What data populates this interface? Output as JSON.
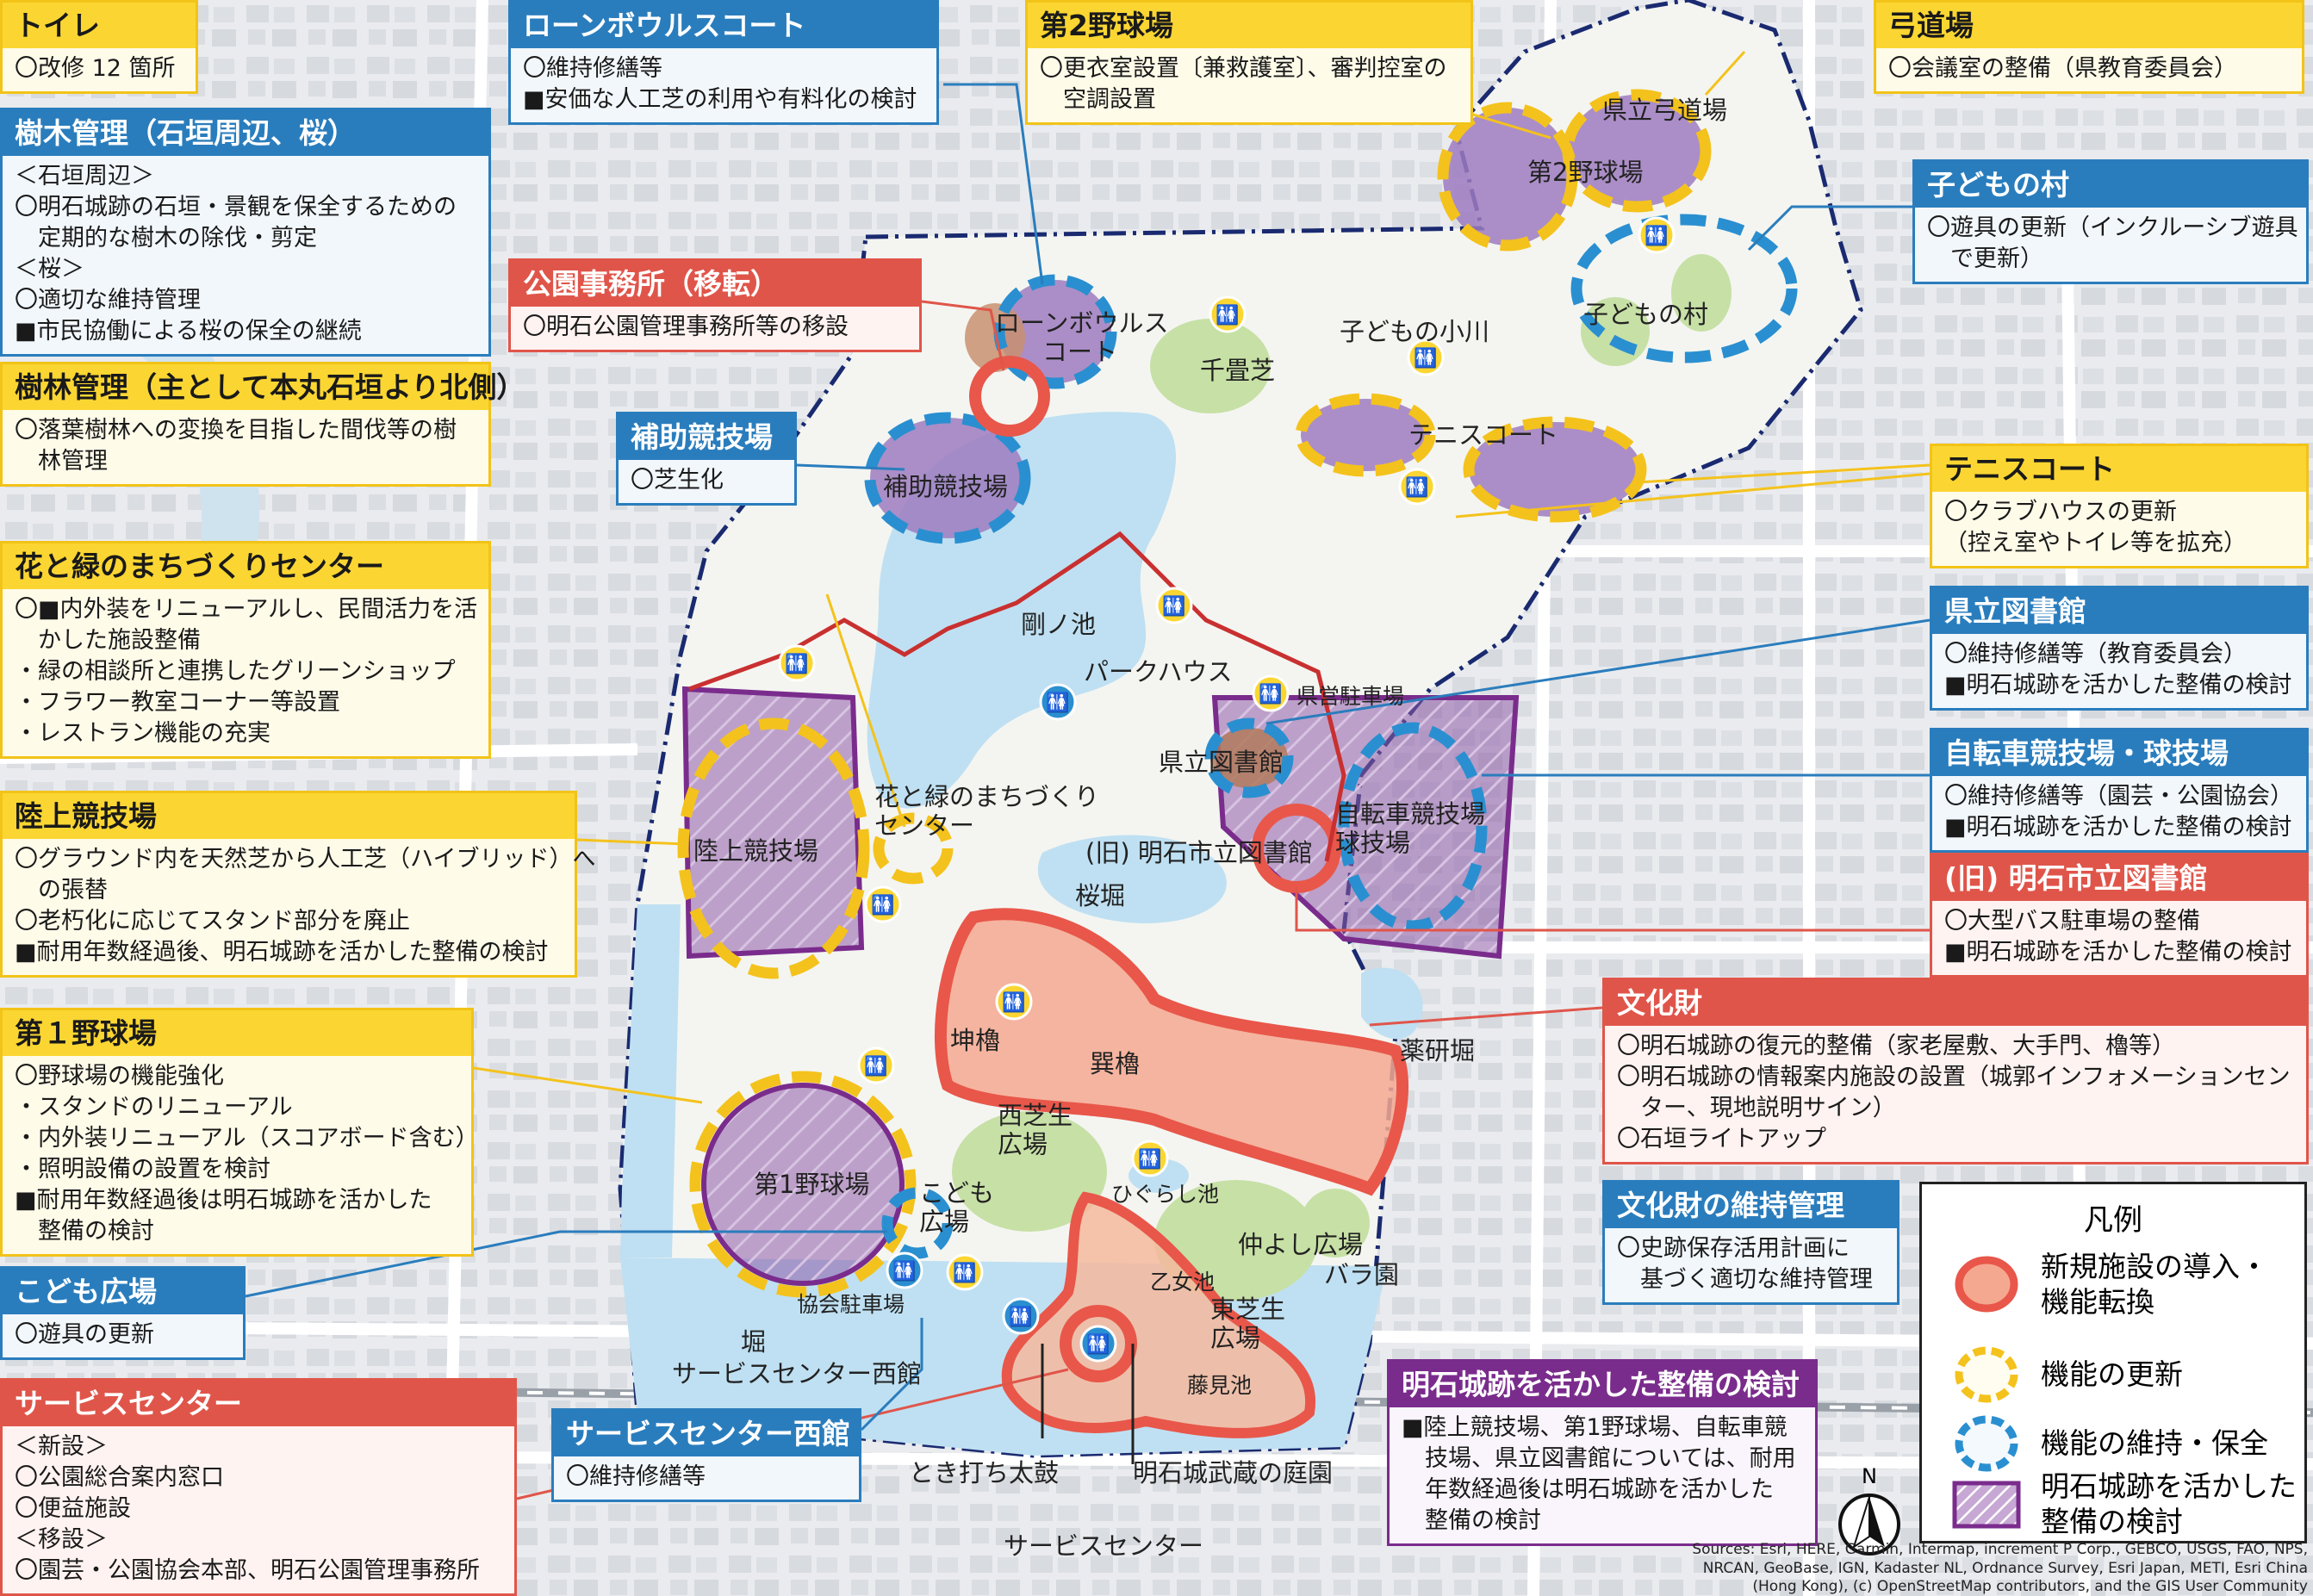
{
  "map": {
    "labels": {
      "kyudojo": "県立弓道場",
      "baseball2": "第2野球場",
      "kodomo_mura": "子どもの村",
      "lawn_bowls": "ローンボウルス\nコート",
      "senjoshiba": "千畳芝",
      "kodomo_ogawa": "子どもの小川",
      "tennis": "テニスコート",
      "hojo": "補助競技場",
      "gonoike": "剛ノ池",
      "parkhouse": "パークハウス",
      "kenei_parking": "県営駐車場",
      "library": "県立図書館",
      "cycle": "自転車競技場\n球技場",
      "old_library": "(旧) 明石市立図書館",
      "flower_center": "花と緑のまちづくり\nセンター",
      "athletics": "陸上競技場",
      "sakurabori": "桜堀",
      "hitsujisaru": "坤櫓",
      "tatsumi": "巽櫓",
      "yakukenbori": "薬研堀",
      "baseball1": "第1野球場",
      "kodomo_hiroba": "こども\n広場",
      "nishi_shiba": "西芝生\n広場",
      "higurashi": "ひぐらし池",
      "nakayoshi": "仲よし広場",
      "bara": "バラ園",
      "otomeike": "乙女池",
      "higashi_shiba": "東芝生\n広場",
      "fujimiike": "藤見池",
      "kyokai_parking": "協会駐車場",
      "hori": "堀",
      "service_west": "サービスセンター西館",
      "toki": "とき打ち太鼓",
      "garden": "明石城武蔵の庭園",
      "service_center": "サービスセンター"
    },
    "north": "N",
    "colors": {
      "new_facility": "#e8574a",
      "renewal": "#f4c21c",
      "maintenance": "#2a8fd0",
      "castle_use": "#7a2c8c",
      "water": "#bfe0f2",
      "lawn": "#c7e0a6",
      "zone_red_fill": "#f5a890"
    }
  },
  "callouts": {
    "toilet": {
      "title": "トイレ",
      "lines": [
        "〇改修 12 箇所"
      ]
    },
    "lawn_bowls": {
      "title": "ローンボウルスコート",
      "lines": [
        "〇維持修繕等",
        "■安価な人工芝の利用や有料化の検討"
      ]
    },
    "baseball2": {
      "title": "第2野球場",
      "lines": [
        "〇更衣室設置〔兼救護室〕、審判控室の",
        "　空調設置"
      ]
    },
    "kyudo": {
      "title": "弓道場",
      "lines": [
        "〇会議室の整備（県教育委員会）"
      ]
    },
    "trees": {
      "title": "樹木管理（石垣周辺、桜）",
      "lines": [
        "＜石垣周辺＞",
        "〇明石城跡の石垣・景観を保全するための",
        "　定期的な樹木の除伐・剪定",
        "＜桜＞",
        "〇適切な維持管理",
        "■市民協働による桜の保全の継続"
      ]
    },
    "kodomo_mura": {
      "title": "子どもの村",
      "lines": [
        "〇遊具の更新（インクルーシブ遊具",
        "　で更新）"
      ]
    },
    "office": {
      "title": "公園事務所（移転）",
      "lines": [
        "〇明石公園管理事務所等の移設"
      ]
    },
    "forest": {
      "title": "樹林管理（主として本丸石垣より北側）",
      "lines": [
        "〇落葉樹林への変換を目指した間伐等の樹",
        "　林管理"
      ]
    },
    "hojo": {
      "title": "補助競技場",
      "lines": [
        "〇芝生化"
      ]
    },
    "tennis": {
      "title": "テニスコート",
      "lines": [
        "〇クラブハウスの更新",
        "（控え室やトイレ等を拡充）"
      ]
    },
    "flower_center": {
      "title": "花と緑のまちづくりセンター",
      "lines": [
        "〇■内外装をリニューアルし、民間活力を活",
        "　かした施設整備",
        "・緑の相談所と連携したグリーンショップ",
        "・フラワー教室コーナー等設置",
        "・レストラン機能の充実"
      ]
    },
    "library": {
      "title": "県立図書館",
      "lines": [
        "〇維持修繕等（教育委員会）",
        "■明石城跡を活かした整備の検討"
      ]
    },
    "cycle": {
      "title": "自転車競技場・球技場",
      "lines": [
        "〇維持修繕等（園芸・公園協会）",
        "■明石城跡を活かした整備の検討"
      ]
    },
    "athletics": {
      "title": "陸上競技場",
      "lines": [
        "〇グラウンド内を天然芝から人工芝（ハイブリッド）へ",
        "　の張替",
        "〇老朽化に応じてスタンド部分を廃止",
        "■耐用年数経過後、明石城跡を活かした整備の検討"
      ]
    },
    "old_library": {
      "title": "(旧) 明石市立図書館",
      "lines": [
        "〇大型バス駐車場の整備",
        "■明石城跡を活かした整備の検討"
      ]
    },
    "baseball1": {
      "title": "第１野球場",
      "lines": [
        "〇野球場の機能強化",
        "・スタンドのリニューアル",
        "・内外装リニューアル（スコアボード含む）",
        "・照明設備の設置を検討",
        "■耐用年数経過後は明石城跡を活かした",
        "　整備の検討"
      ]
    },
    "cultural": {
      "title": "文化財",
      "lines": [
        "〇明石城跡の復元的整備（家老屋敷、大手門、櫓等）",
        "〇明石城跡の情報案内施設の設置（城郭インフォメーションセン",
        "　ター、現地説明サイン）",
        "〇石垣ライトアップ"
      ]
    },
    "cultural_maint": {
      "title": "文化財の維持管理",
      "lines": [
        "〇史跡保存活用計画に",
        "　基づく適切な維持管理"
      ]
    },
    "kodomo_hiroba": {
      "title": "こども広場",
      "lines": [
        "〇遊具の更新"
      ]
    },
    "castle_review": {
      "title": "明石城跡を活かした整備の検討",
      "lines": [
        "■陸上競技場、第1野球場、自転車競",
        "　技場、県立図書館については、耐用",
        "　年数経過後は明石城跡を活かした",
        "　整備の検討"
      ]
    },
    "service": {
      "title": "サービスセンター",
      "lines": [
        "＜新設＞",
        "〇公園総合案内窓口",
        "〇便益施設",
        "＜移設＞",
        "〇園芸・公園協会本部、明石公園管理事務所"
      ]
    },
    "service_west": {
      "title": "サービスセンター西館",
      "lines": [
        "〇維持修繕等"
      ]
    }
  },
  "legend": {
    "title": "凡例",
    "items": [
      {
        "label": "新規施設の導入・\n機能転換",
        "symbol": "red-ring"
      },
      {
        "label": "機能の更新",
        "symbol": "yellow-dashed-ring"
      },
      {
        "label": "機能の維持・保全",
        "symbol": "blue-dashed-ring"
      },
      {
        "label": "明石城跡を活かした\n整備の検討",
        "symbol": "purple-hatched-box"
      }
    ]
  },
  "attribution": "Sources: Esri, HERE, Garmin, Intermap, increment P Corp., GEBCO, USGS, FAO, NPS, NRCAN, GeoBase, IGN, Kadaster NL, Ordnance Survey, Esri Japan, METI, Esri China (Hong Kong), (c) OpenStreetMap contributors, and the GIS User Community"
}
